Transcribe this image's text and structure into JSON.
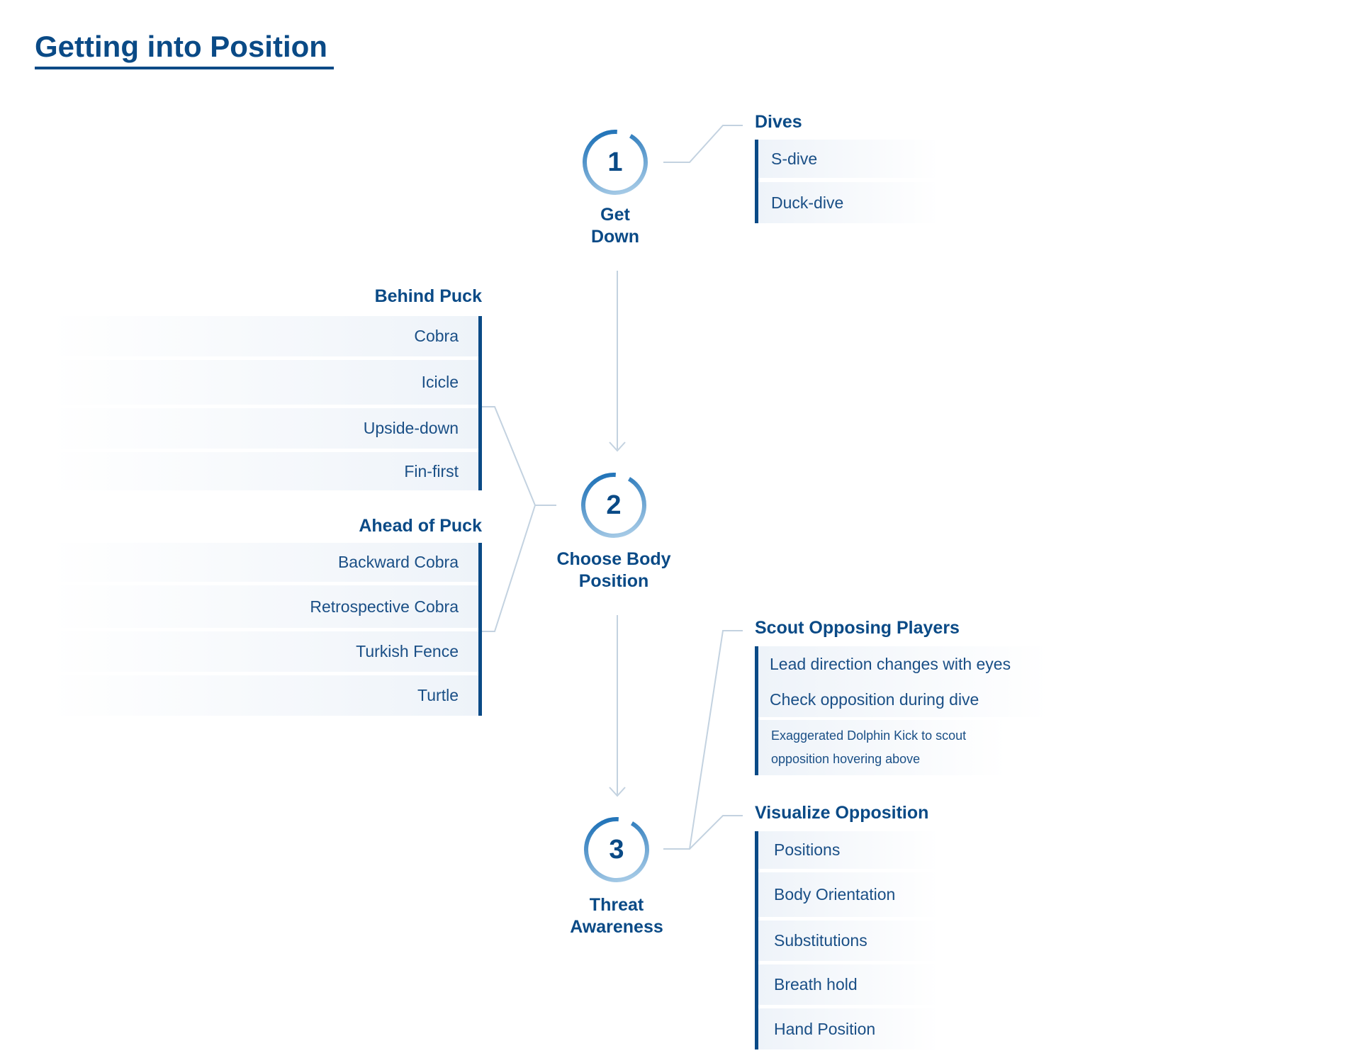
{
  "title": "Getting into Position",
  "colors": {
    "primary": "#0a4a86",
    "connector": "#c3d2e0",
    "item_bg": "#eef3f9",
    "ring_light": "#bcd9ee",
    "ring_dark": "#0a64b0"
  },
  "steps": [
    {
      "number": "1",
      "label_line1": "Get",
      "label_line2": "Down"
    },
    {
      "number": "2",
      "label_line1": "Choose Body",
      "label_line2": "Position"
    },
    {
      "number": "3",
      "label_line1": "Threat",
      "label_line2": "Awareness"
    }
  ],
  "groups": {
    "dives": {
      "title": "Dives",
      "items": [
        "S-dive",
        "Duck-dive"
      ]
    },
    "behind_puck": {
      "title": "Behind Puck",
      "items": [
        "Cobra",
        "Icicle",
        "Upside-down",
        "Fin-first"
      ]
    },
    "ahead_of_puck": {
      "title": "Ahead of Puck",
      "items": [
        "Backward Cobra",
        "Retrospective Cobra",
        "Turkish Fence",
        "Turtle"
      ]
    },
    "scout": {
      "title": "Scout Opposing Players",
      "items": [
        "Lead direction changes with eyes",
        "Check opposition during dive",
        "Exaggerated Dolphin Kick to scout opposition hovering above"
      ]
    },
    "visualize": {
      "title": "Visualize Opposition",
      "items": [
        "Positions",
        "Body Orientation",
        "Substitutions",
        "Breath hold",
        "Hand Position"
      ]
    }
  }
}
